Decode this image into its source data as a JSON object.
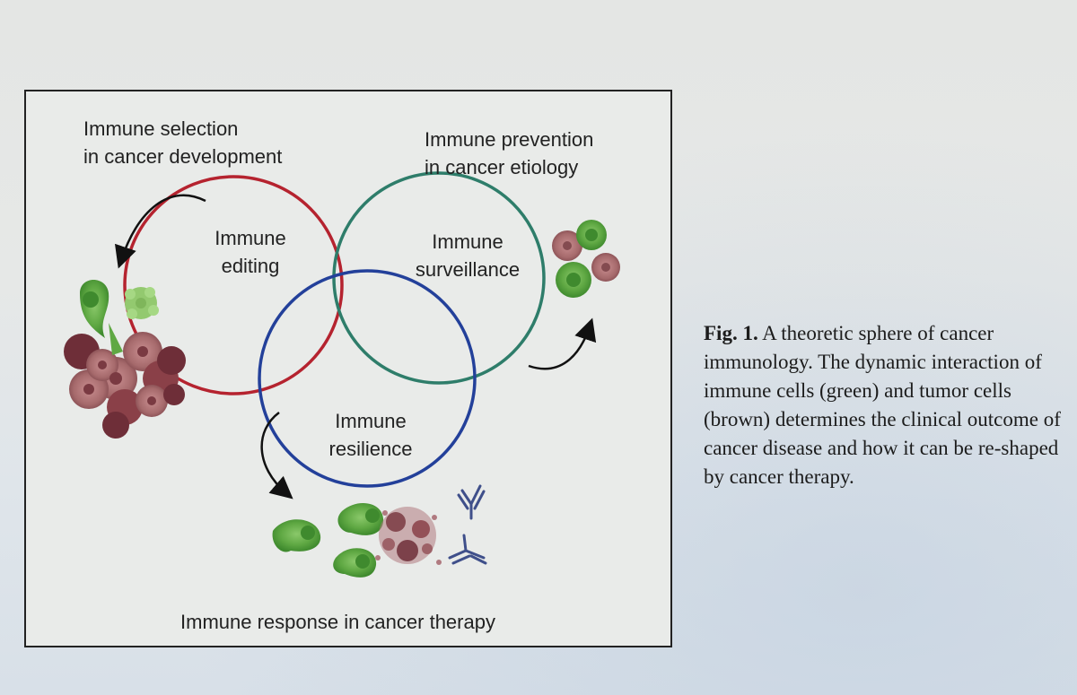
{
  "figure": {
    "label_top_left": "Immune selection\nin cancer development",
    "label_top_right": "Immune prevention\nin cancer etiology",
    "label_bottom": "Immune response in cancer therapy",
    "circles": [
      {
        "name": "editing",
        "text": "Immune\nediting",
        "color": "#b5232f"
      },
      {
        "name": "surveillance",
        "text": "Immune\nsurveillance",
        "color": "#2e7d6a"
      },
      {
        "name": "resilience",
        "text": "Immune\nresilience",
        "color": "#23409a"
      }
    ],
    "colors": {
      "immune_cell": "#5fa843",
      "tumor_cell": "#a66a6c",
      "tumor_dark": "#6e2e38",
      "antibody": "#3f4f8a"
    }
  },
  "caption": {
    "label": "Fig. 1.",
    "text": " A theoretic sphere of cancer immunology. The dynamic interaction of immune cells (green) and tumor cells (brown) determines the clinical outcome of cancer disease and how it can be re-shaped by cancer therapy."
  }
}
